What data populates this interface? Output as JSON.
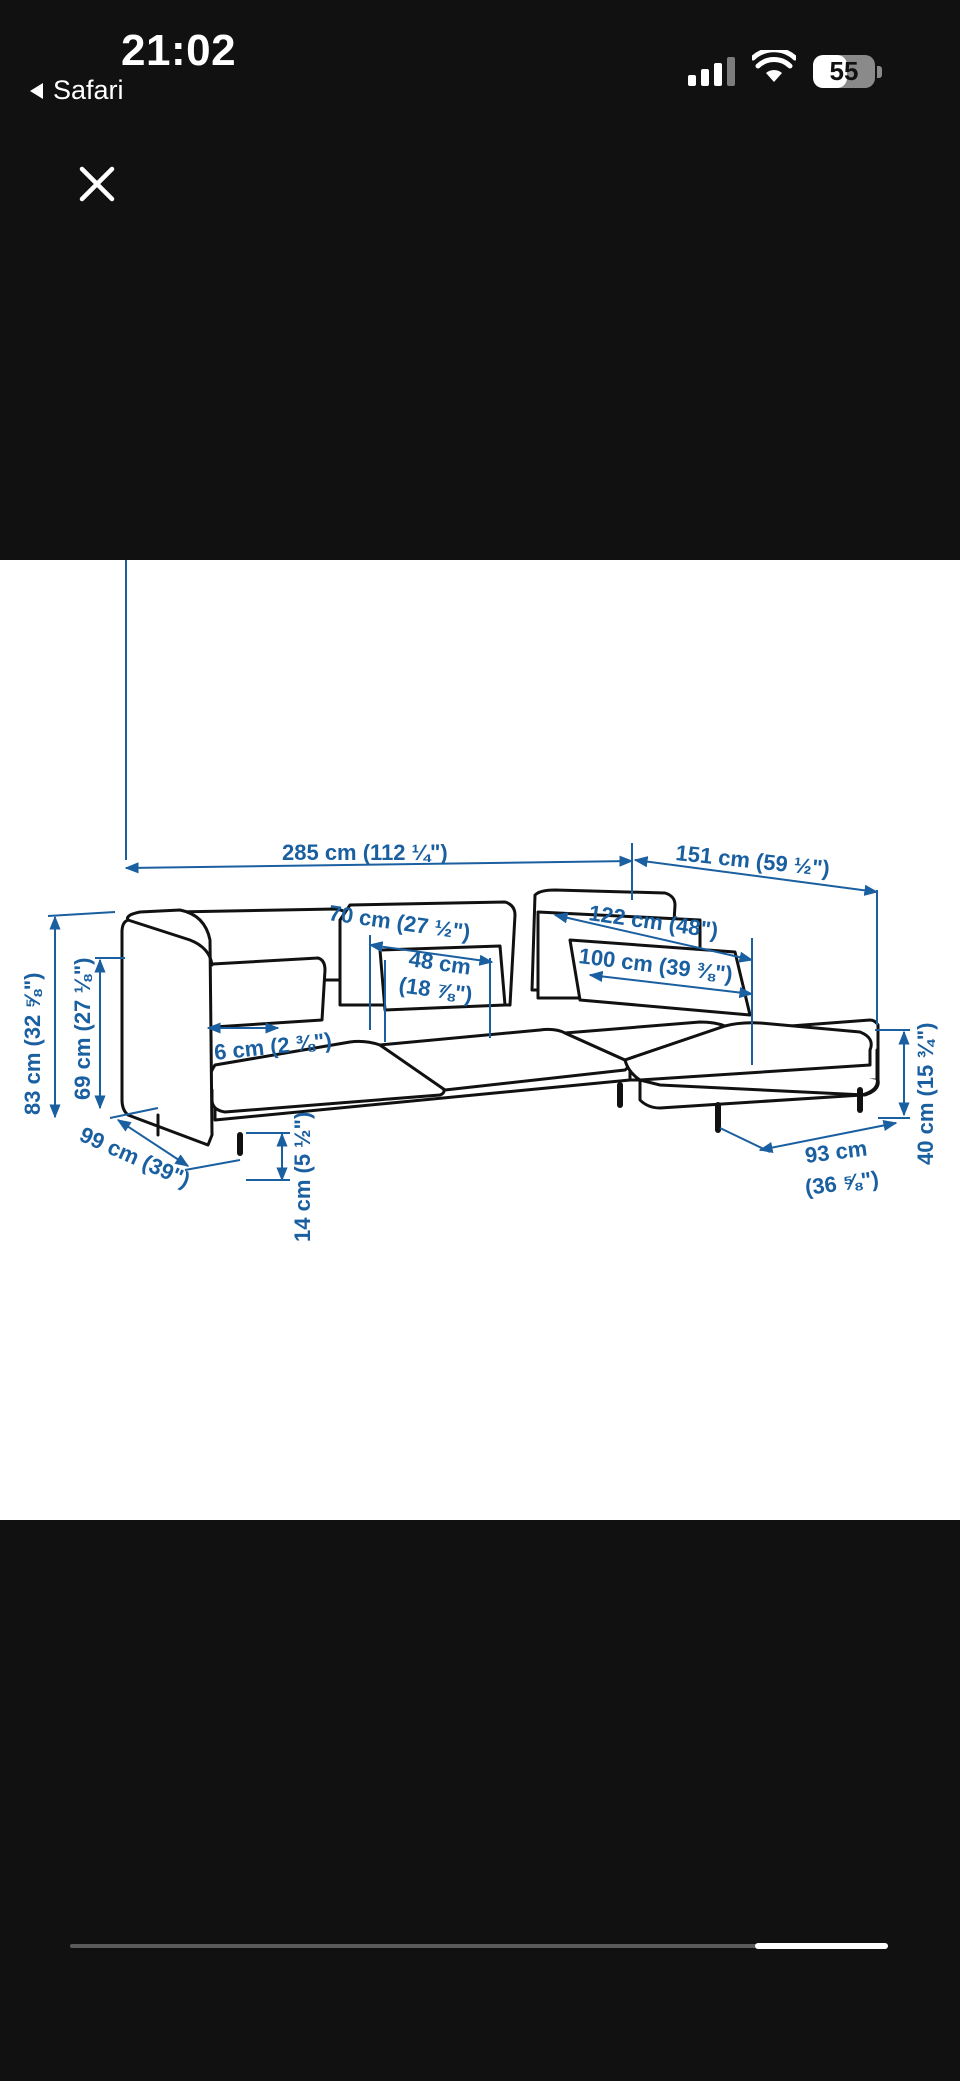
{
  "status_bar": {
    "time": "21:02",
    "back_app": "Safari",
    "battery_level": "55",
    "signal_icon": "cellular-signal-icon",
    "wifi_icon": "wifi-icon",
    "battery_icon": "battery-icon"
  },
  "viewer": {
    "close_icon": "close-icon",
    "image_position": 0.84
  },
  "diagram": {
    "colors": {
      "dimension": "#1a5fa0",
      "line": "#111111"
    },
    "labels": {
      "overall_width": "285 cm (112 ¼\")",
      "chaise_width": "151 cm (59 ½\")",
      "back_cushion": "70 cm (27 ½\")",
      "seat_width_cm": "48 cm",
      "seat_width_in": "(18 ⅞\")",
      "chaise_depth": "122 cm (48\")",
      "chaise_seat_depth": "100 cm (39 ⅜\")",
      "armrest": "6 cm (2 ⅜\")",
      "total_height": "83 cm (32 ⅝\")",
      "armrest_height": "69 cm (27 ⅛\")",
      "depth": "99 cm (39\")",
      "leg_height": "14 cm (5 ½\")",
      "chaise_height": "40 cm (15 ¾\")",
      "chaise_front_cm": "93 cm",
      "chaise_front_in": "(36 ⅝\")"
    }
  }
}
